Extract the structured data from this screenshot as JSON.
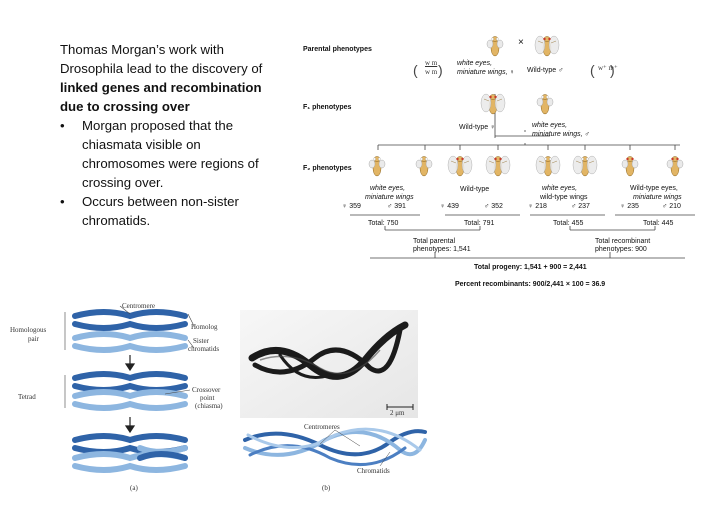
{
  "left_text": {
    "intro_1": "Thomas Morgan’s work with",
    "intro_2": "Drosophila lead to the discovery of",
    "intro_bold_1": "linked genes and recombination",
    "intro_bold_2": "due to crossing over",
    "bullet_char": "•",
    "bullet_1": [
      "Morgan proposed that the",
      "chiasmata visible on",
      "chromosomes were regions of",
      "crossing over."
    ],
    "bullet_2": [
      "Occurs between non-sister",
      "chromatids."
    ]
  },
  "cross_diagram": {
    "parental_label": "Parental phenotypes",
    "parent_female_genotype_top": "w m",
    "parent_female_genotype_bot": "w m",
    "parent_female_text_1": "white eyes,",
    "parent_female_text_2": "miniature wings, ♀",
    "cross_symbol": "×",
    "parent_male_text": "Wild-type ♂",
    "parent_male_genotype": "w⁺ m⁺",
    "f1_label": "F₁ phenotypes",
    "f1_female": "Wild-type ♀",
    "f1_male_1": "white eyes,",
    "f1_male_2": "miniature wings, ♂",
    "f2_label": "F₂ phenotypes",
    "f2_groups": [
      {
        "label_1": "white eyes,",
        "label_2": "miniature wings",
        "female": "♀ 359",
        "male": "♂ 391",
        "total": "Total: 750"
      },
      {
        "label_1": "Wild-type",
        "label_2": "",
        "female": "♀ 439",
        "male": "♂ 352",
        "total": "Total: 791"
      },
      {
        "label_1": "white eyes,",
        "label_2": "wild-type wings",
        "female": "♀ 218",
        "male": "♂ 237",
        "total": "Total: 455"
      },
      {
        "label_1": "Wild-type eyes,",
        "label_2": "miniature wings",
        "female": "♀ 235",
        "male": "♂ 210",
        "total": "Total: 445"
      }
    ],
    "parental_total_1": "Total parental",
    "parental_total_2": "phenotypes: 1,541",
    "recomb_total_1": "Total recombinant",
    "recomb_total_2": "phenotypes: 900",
    "progeny": "Total progeny: 1,541 + 900 = 2,441",
    "percent": "Percent recombinants: 900/2,441 × 100 = 36.9"
  },
  "chromosome_figure": {
    "centromere": "Centromere",
    "homologous_pair_1": "Homologous",
    "homologous_pair_2": "pair",
    "homolog": "Homolog",
    "sister_1": "Sister",
    "sister_2": "chromatids",
    "tetrad": "Tetrad",
    "crossover_1": "Crossover",
    "crossover_2": "point",
    "crossover_3": "(chiasma)",
    "caption_a": "(a)"
  },
  "micrograph": {
    "scale": "2 μm",
    "centromeres": "Centromeres",
    "chromatids": "Chromatids",
    "caption_b": "(b)"
  },
  "colors": {
    "dark_blue": "#2f63a8",
    "light_blue": "#8db6e0",
    "fly_body": "#e2b564",
    "fly_eye_red": "#c73a2a"
  }
}
